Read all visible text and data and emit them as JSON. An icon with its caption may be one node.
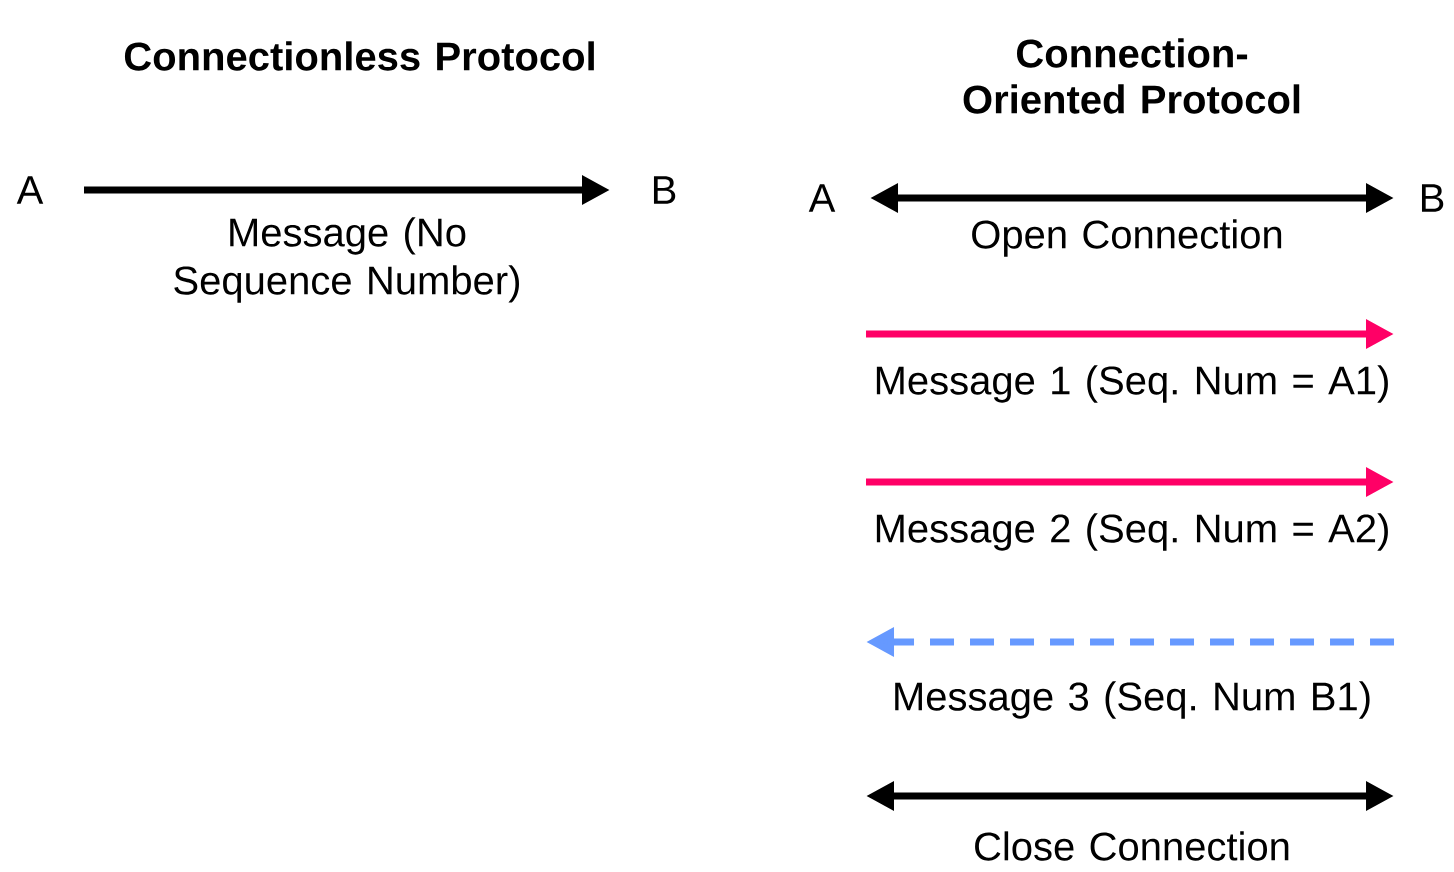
{
  "diagram": {
    "nodes": [
      {
        "text": [
          "A"
        ]
      },
      {
        "text": [
          "B"
        ]
      },
      {
        "text": [
          "A"
        ]
      },
      {
        "text": [
          "B"
        ]
      }
    ],
    "edges": [
      {
        "from": 0,
        "to": 1,
        "arrow": "to",
        "label": "Message (No Sequence Number)"
      },
      {
        "from": 2,
        "to": 3,
        "arrow": "both",
        "label": "Open Connection"
      }
    ],
    "labels": [
      "Connectionless Protocol",
      "Connection-Oriented Protocol",
      "Message 1 (Seq. Num = A1)",
      "Message 2 (Seq. Num = A2)",
      "Message 3 (Seq. Num B1)",
      "Close Connection"
    ]
  }
}
